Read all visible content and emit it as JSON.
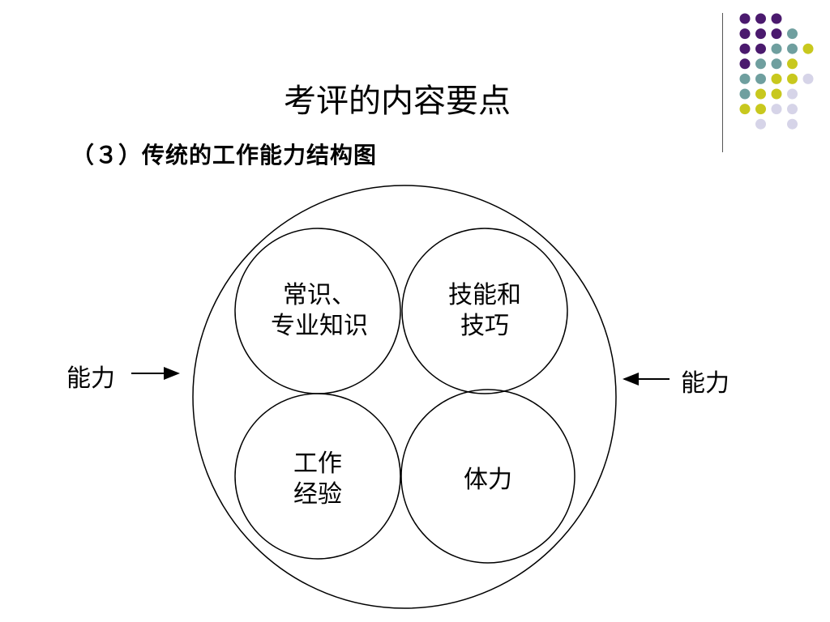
{
  "slide": {
    "title": "考评的内容要点",
    "subtitle": "（３）传统的工作能力结构图"
  },
  "diagram": {
    "cells": {
      "top_left": "常识、\n专业知识",
      "top_right": "技能和\n技巧",
      "bottom_left": "工作\n经验",
      "bottom_right": "体力"
    },
    "left_label": "能力",
    "right_label": "能力"
  },
  "decoration": {
    "colors": {
      "purple": "#4b1a6e",
      "teal": "#6f9f9f",
      "yellow": "#c8c81e",
      "lavender": "#d6d4e8"
    }
  }
}
